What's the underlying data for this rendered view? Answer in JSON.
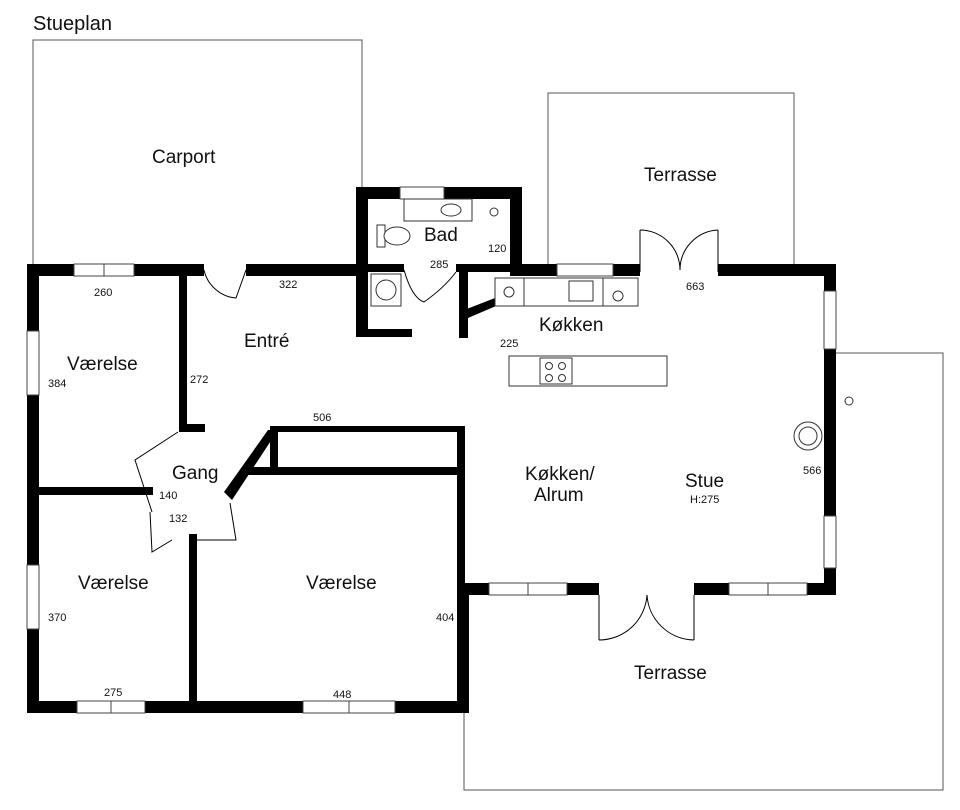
{
  "title": "Stueplan",
  "rooms": {
    "carport": "Carport",
    "terrasse_top": "Terrasse",
    "terrasse_bottom": "Terrasse",
    "bad": "Bad",
    "entre": "Entré",
    "koekken": "Køkken",
    "vaerelse_top": "Værelse",
    "gang": "Gang",
    "koekken_alrum_line1": "Køkken/",
    "koekken_alrum_line2": "Alrum",
    "stue": "Stue",
    "stue_height": "H:275",
    "vaerelse_bottom_left": "Værelse",
    "vaerelse_bottom_mid": "Værelse"
  },
  "dimensions": {
    "d260": "260",
    "d322": "322",
    "d285": "285",
    "d120": "120",
    "d663": "663",
    "d225": "225",
    "d384": "384",
    "d272": "272",
    "d506": "506",
    "d566": "566",
    "d140": "140",
    "d132": "132",
    "d370": "370",
    "d404": "404",
    "d275": "275",
    "d448": "448"
  }
}
